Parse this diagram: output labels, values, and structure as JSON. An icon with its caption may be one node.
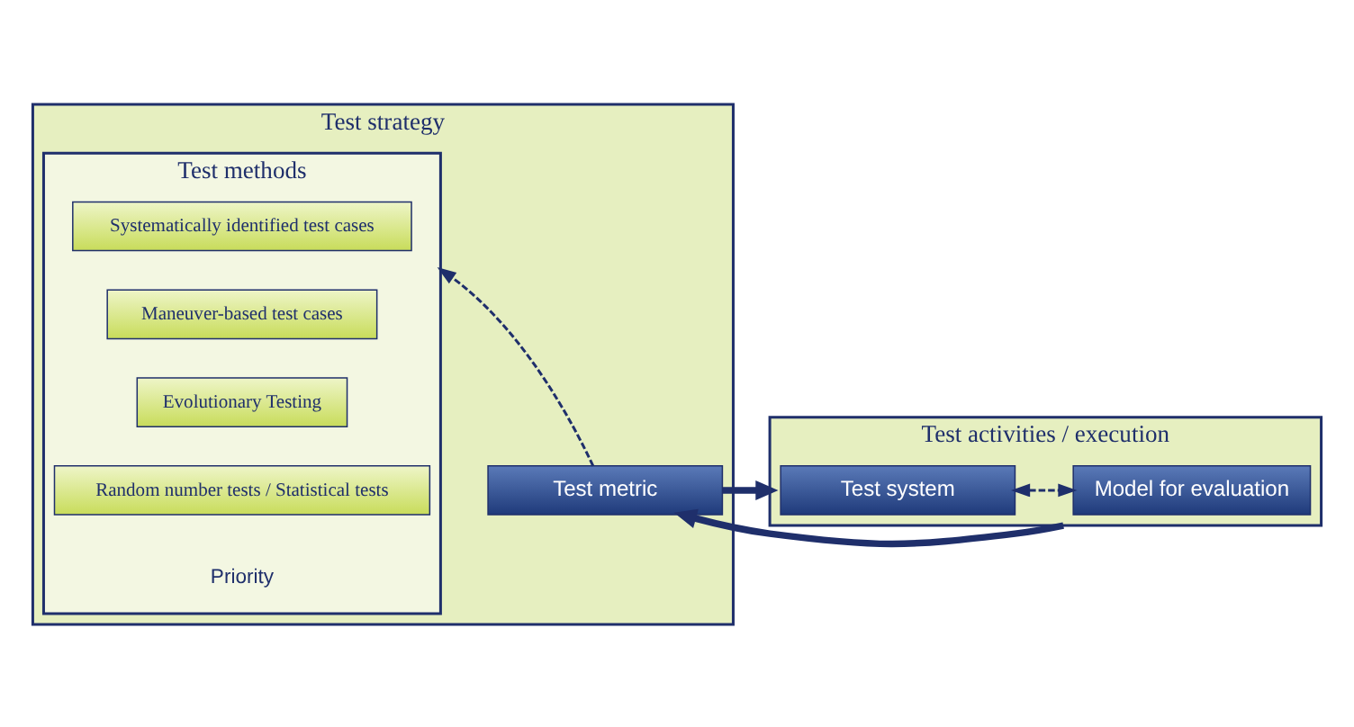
{
  "diagram": {
    "nodes": [
      {
        "text": [
          "Test strategy"
        ]
      },
      {
        "text": [
          "Test methods"
        ],
        "in": 0
      },
      {
        "text": [
          "Systematically identified test cases"
        ],
        "in": 1
      },
      {
        "text": [
          "Maneuver-based test cases"
        ],
        "in": 1
      },
      {
        "text": [
          "Evolutionary Testing"
        ],
        "in": 1
      },
      {
        "text": [
          "Random number tests / Statistical tests"
        ],
        "in": 1
      },
      {
        "text": [
          "Test metric"
        ],
        "in": 0
      },
      {
        "text": [
          "Test activities / execution"
        ]
      },
      {
        "text": [
          "Test system"
        ],
        "in": 7
      },
      {
        "text": [
          "Model for evaluation"
        ],
        "in": 7
      }
    ],
    "edges": [
      {
        "from": 6,
        "to": 1,
        "arrow": "to",
        "style": "dashed"
      },
      {
        "from": 6,
        "to": 7,
        "arrow": "to",
        "style": "thick"
      },
      {
        "from": 7,
        "to": 6,
        "arrow": "to",
        "style": "thick"
      },
      {
        "from": 8,
        "to": 9,
        "arrow": "both",
        "style": "dashed"
      }
    ],
    "labels": [
      "Priority"
    ]
  }
}
